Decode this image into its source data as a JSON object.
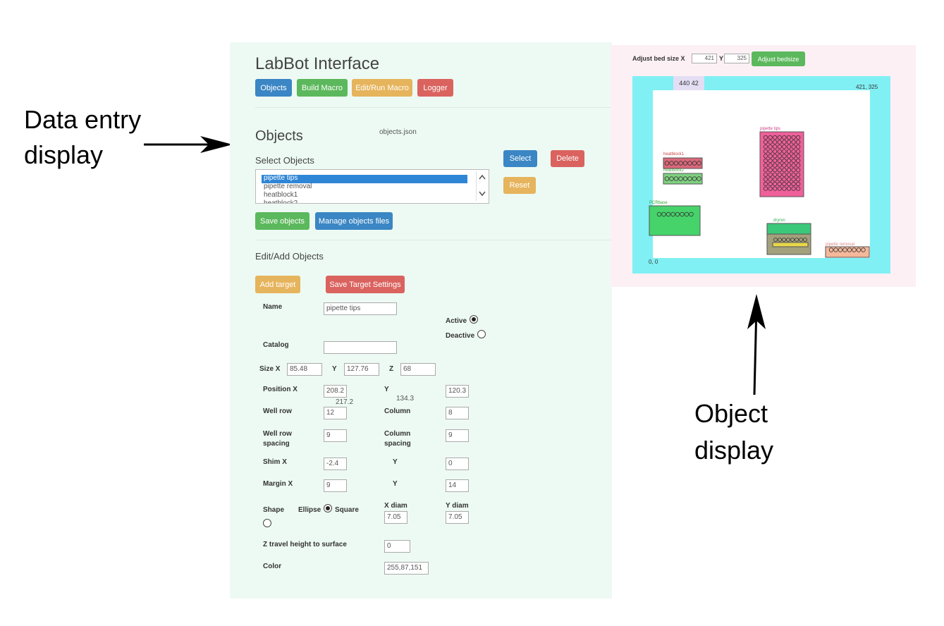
{
  "annotations": {
    "data_entry": [
      "Data entry",
      "display"
    ],
    "object_display": [
      "Object",
      "display"
    ]
  },
  "app": {
    "title": "LabBot Interface",
    "nav": [
      "Objects",
      "Build Macro",
      "Edit/Run Macro",
      "Logger"
    ]
  },
  "objects_section": {
    "heading": "Objects",
    "file": "objects.json",
    "select_label": "Select Objects",
    "list_items": [
      "pipette tips",
      "pipette removal",
      "heatblock1",
      "heatblock2"
    ],
    "selected": "pipette tips",
    "select_button": "Select",
    "delete_button": "Delete",
    "reset_button": "Reset",
    "save_button": "Save objects",
    "manage_button": "Manage objects files"
  },
  "edit_section": {
    "heading": "Edit/Add Objects",
    "add_target": "Add target",
    "save_target": "Save Target Settings",
    "fields": {
      "name_label": "Name",
      "name_value": "pipette tips",
      "active_label": "Active",
      "deactive_label": "Deactive",
      "catalog_label": "Catalog",
      "catalog_value": "",
      "size_x_label": "Size X",
      "size_x_value": "85.48",
      "size_y_label": "Y",
      "size_y_value": "127.76",
      "size_z_label": "Z",
      "size_z_value": "68",
      "pos_x_label": "Position X",
      "pos_x_value": "208.2",
      "pos_x_current": "217.2",
      "pos_y_label": "Y",
      "pos_y_value": "120.3",
      "pos_y_current": "134.3",
      "well_row_label": "Well row",
      "well_row_value": "12",
      "column_label": "Column",
      "column_value": "8",
      "well_row_spacing_label_1": "Well row",
      "well_row_spacing_label_2": "spacing",
      "well_row_spacing_value": "9",
      "column_spacing_label_1": "Column",
      "column_spacing_label_2": "spacing",
      "column_spacing_value": "9",
      "shim_x_label": "Shim X",
      "shim_x_value": "-2.4",
      "shim_y_label": "Y",
      "shim_y_value": "0",
      "margin_x_label": "Margin X",
      "margin_x_value": "9",
      "margin_y_label": "Y",
      "margin_y_value": "14",
      "shape_label": "Shape",
      "ellipse_label": "Ellipse",
      "square_label": "Square",
      "x_diam_label": "X diam",
      "x_diam_value": "7.05",
      "y_diam_label": "Y diam",
      "y_diam_value": "7.05",
      "z_travel_label": "Z travel height to surface",
      "z_travel_value": "0",
      "color_label": "Color",
      "color_value": "255,87,151"
    }
  },
  "bed": {
    "adjust_label": "Adjust bed size X",
    "x_value": "421",
    "y_label": "Y",
    "y_value": "325",
    "adjust_button": "Adjust bedsize",
    "cursor_readout": "440 42",
    "top_right": "421, 325",
    "origin": "0, 0",
    "objects": [
      {
        "label": "heatblock1",
        "color": "#d9687a"
      },
      {
        "label": "heatblock2",
        "color": "#7fd080"
      },
      {
        "label": "PCRbase",
        "color": "#46d36a"
      },
      {
        "label": "pipette tips",
        "color": "#f0609a"
      },
      {
        "label": "dryrxn",
        "color": "#3cc87a"
      },
      {
        "label": "pipette removal",
        "color": "#f5b89a"
      }
    ],
    "colors": {
      "border": "#80f0f4",
      "bed": "#ffffff"
    }
  }
}
